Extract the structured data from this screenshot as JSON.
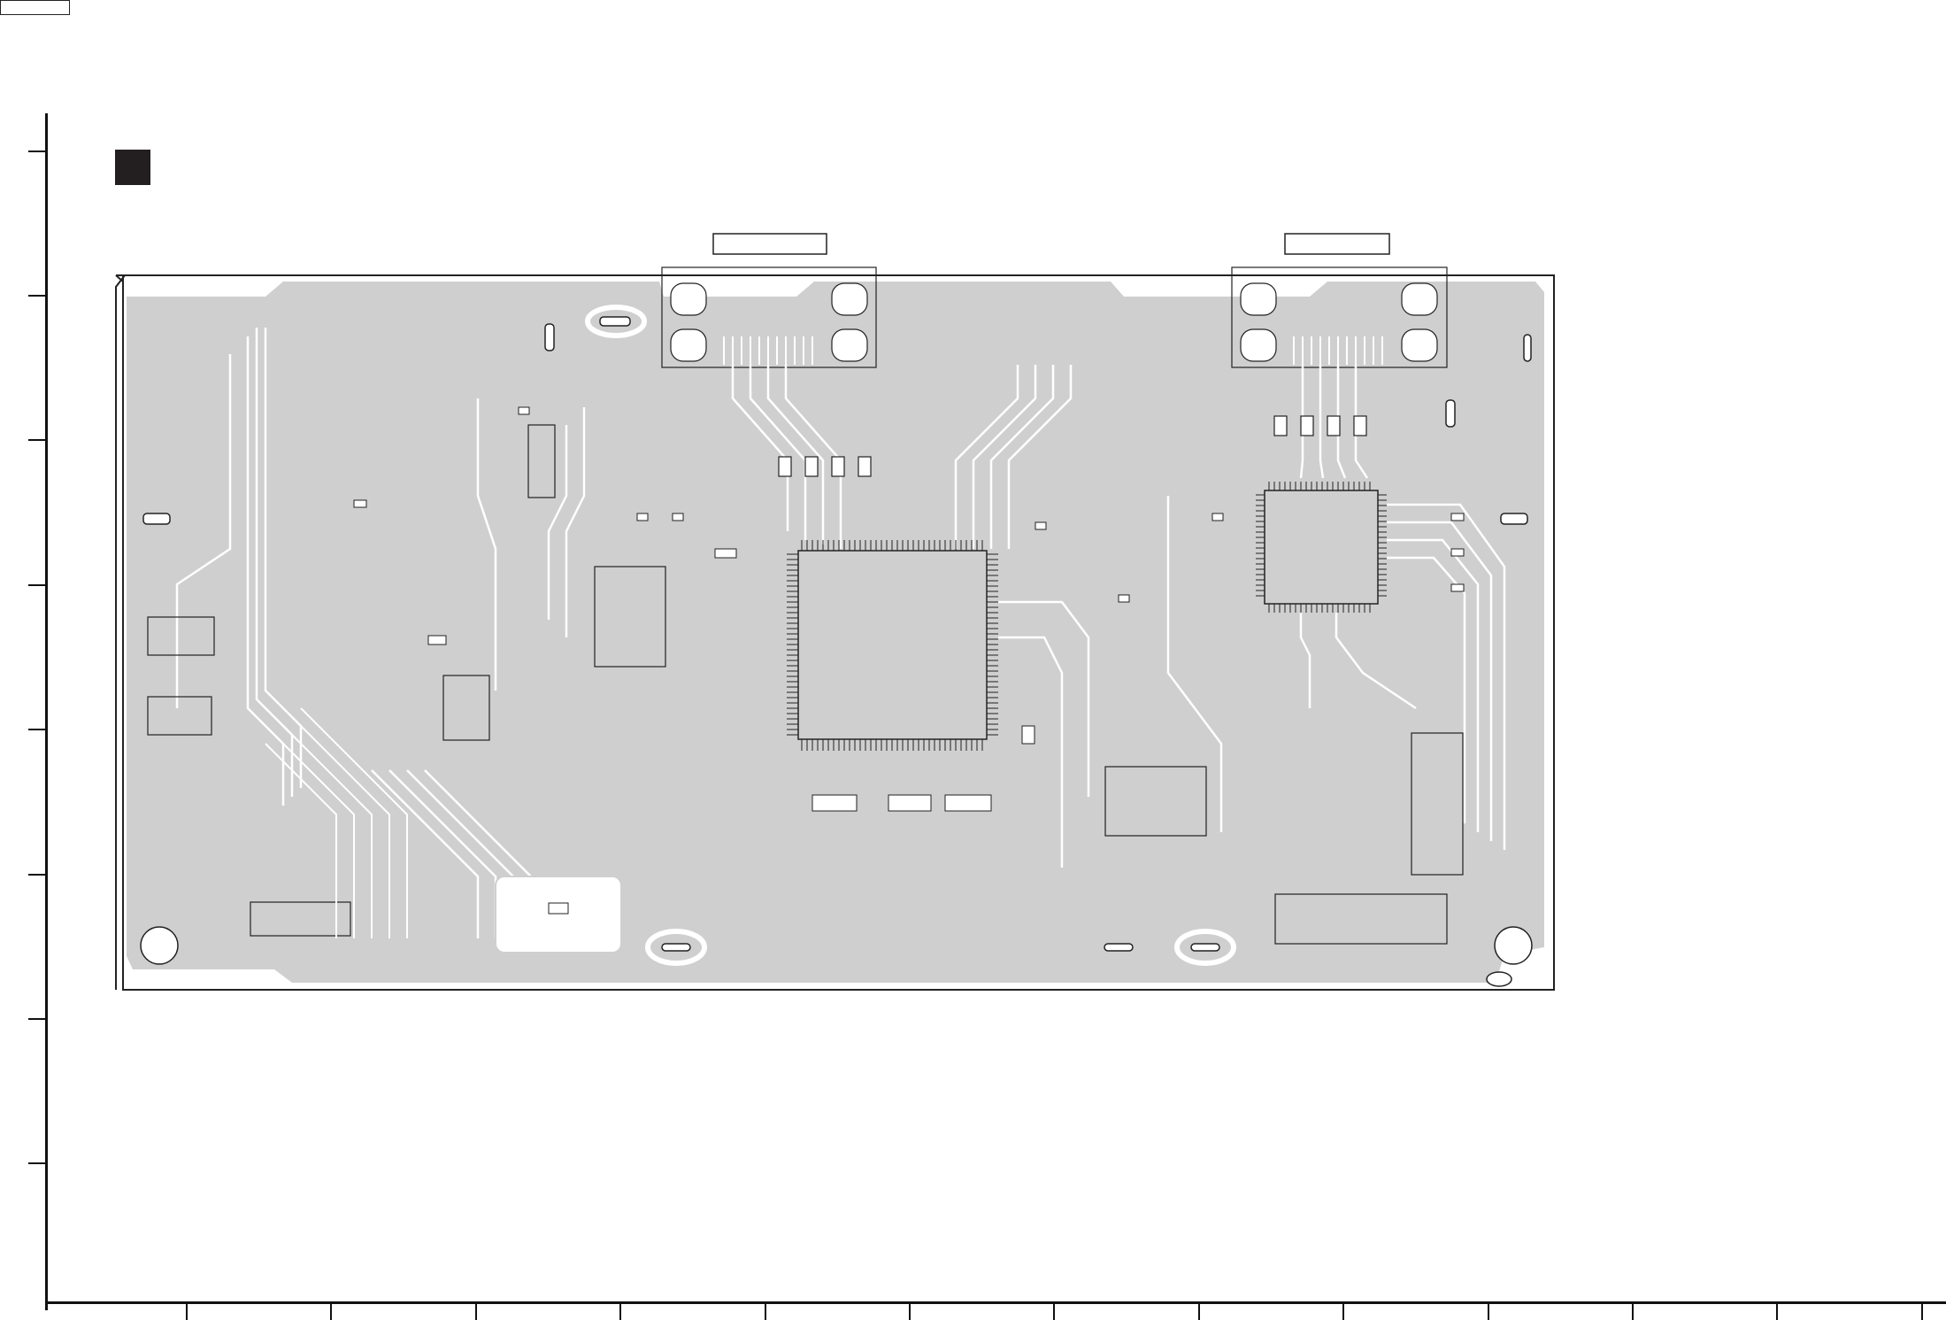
{
  "sheet": {
    "corner_label": "",
    "section_marker": "",
    "left_tick_count": 8,
    "bottom_tick_count": 13
  },
  "board": {
    "title_left_connector": "",
    "title_right_connector": "",
    "colors": {
      "board_outline": "#222222",
      "copper_pour": "#cfcfcf",
      "trace": "#ffffff",
      "component_outline": "#222222",
      "frame": "#111111"
    },
    "components": {
      "main_ic": "qfp-main-processor",
      "secondary_ic": "qfp-secondary-processor",
      "left_connector": "left-board-connector",
      "right_connector": "right-board-connector"
    }
  }
}
